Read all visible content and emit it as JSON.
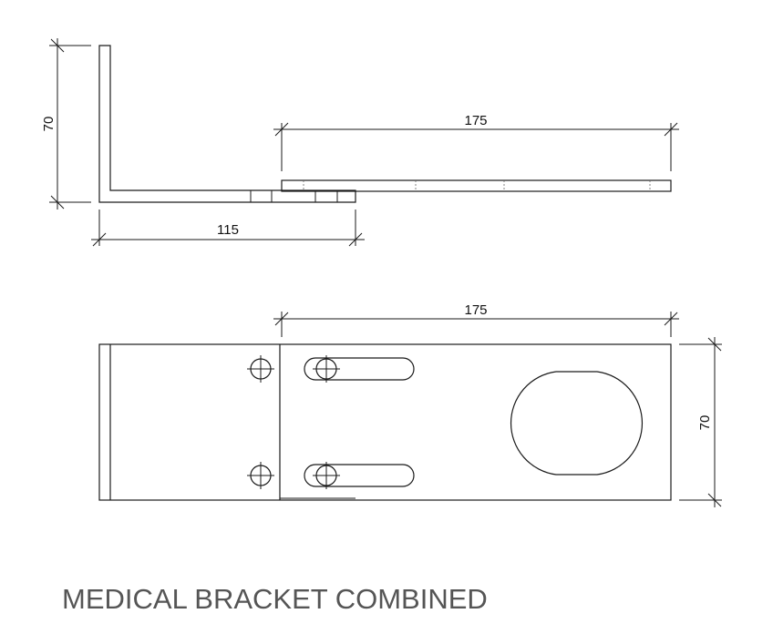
{
  "title": "MEDICAL BRACKET COMBINED",
  "side_view": {
    "height_label": "70",
    "base_length_label": "115",
    "plate_length_label": "175"
  },
  "top_view": {
    "plate_length_label": "175",
    "plate_width_label": "70"
  }
}
